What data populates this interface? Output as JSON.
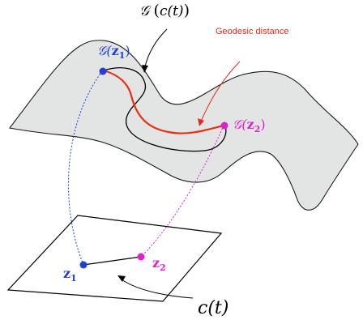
{
  "labels": {
    "curve_image": {
      "prefix": "𝒢",
      "open": "(",
      "body": "c(t)",
      "close": ")"
    },
    "geodesic_distance": "Geodesic distance",
    "g_z1": {
      "prefix": "𝒢(",
      "var": "z",
      "sub": "1",
      "close": ")"
    },
    "g_z2": {
      "prefix": "𝒢(",
      "var": "z",
      "sub": "2",
      "close": ")"
    },
    "z1": {
      "var": "z",
      "sub": "1"
    },
    "z2": {
      "var": "z",
      "sub": "2"
    },
    "curve": "c(t)"
  },
  "colors": {
    "manifold_fill": "#e3e5e5",
    "manifold_stroke": "#1a1a1a",
    "point_z1": "#1f3fd6",
    "point_z2": "#e020d0",
    "geodesic": "#e83010",
    "annotation": "#e8281a",
    "curve": "#000000"
  }
}
